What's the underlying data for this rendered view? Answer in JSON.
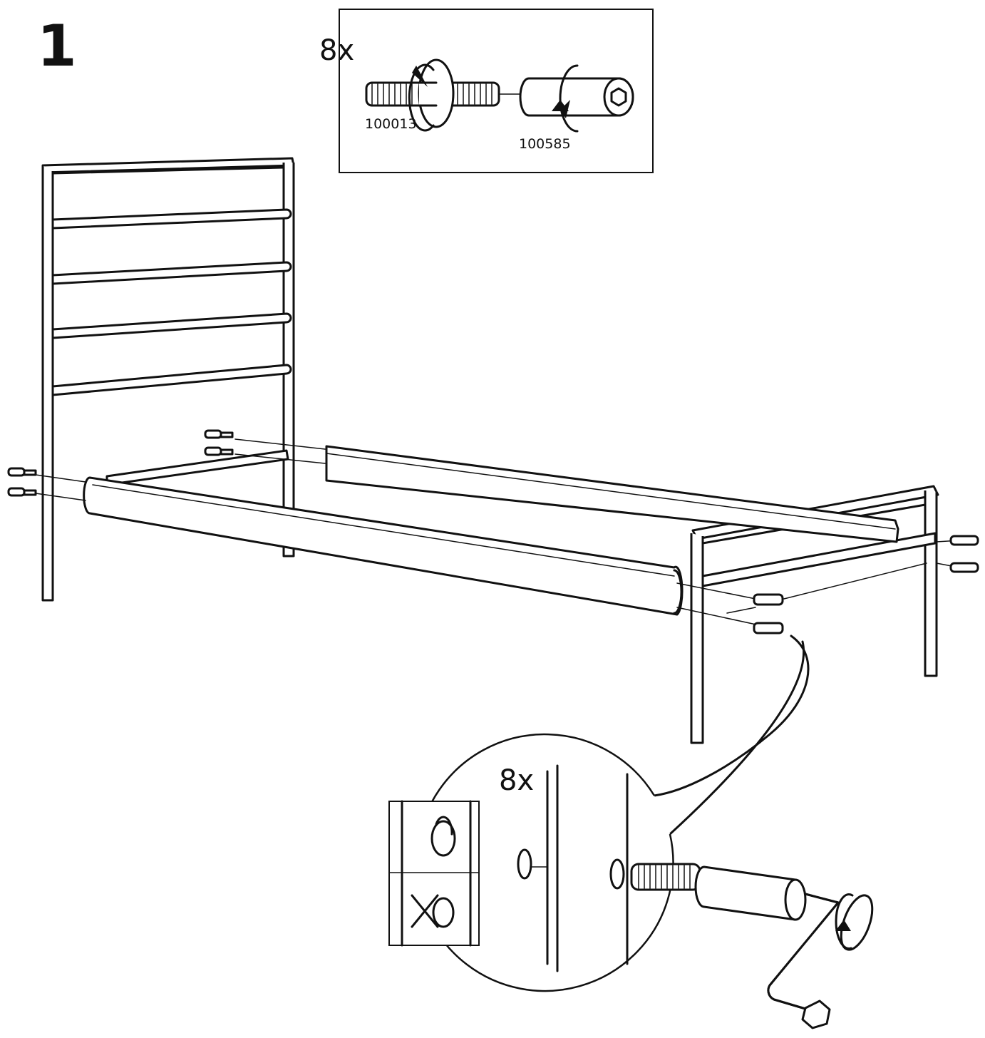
{
  "step": {
    "number": "1"
  },
  "parts_box": {
    "quantity": "8x",
    "bolt_part_number": "100013",
    "barrel_nut_part_number": "100585"
  },
  "detail": {
    "quantity": "8x"
  },
  "colors": {
    "ink": "#111111",
    "paper": "#ffffff"
  },
  "icons": [
    "bolt-icon",
    "barrel-nut-icon",
    "rotate-arrow-icon",
    "allen-key-icon",
    "cross-mark-icon"
  ]
}
